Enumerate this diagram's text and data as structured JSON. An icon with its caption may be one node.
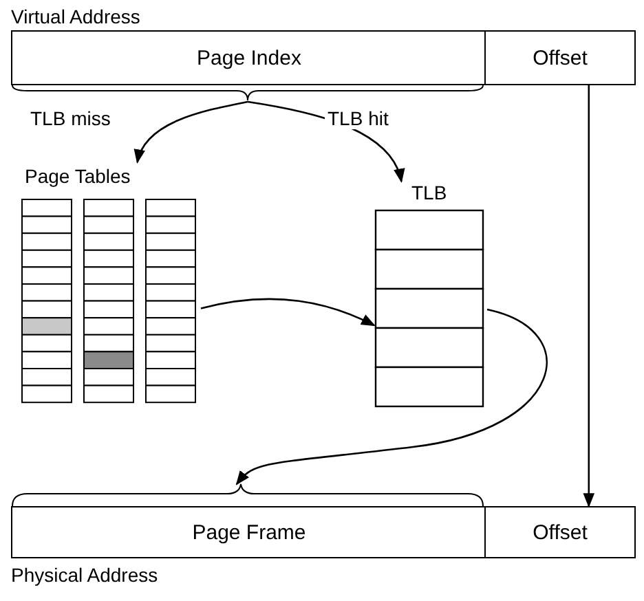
{
  "diagram": {
    "nodes": [
      {
        "text": [
          "Virtual Address"
        ]
      },
      {
        "text": [
          "Page Index"
        ],
        "in": 0
      },
      {
        "text": [
          "Offset"
        ],
        "in": 0
      },
      {
        "text": [
          "Page Tables"
        ]
      },
      {
        "text": [
          "TLB"
        ]
      },
      {
        "text": [
          "Physical Address"
        ]
      },
      {
        "text": [
          "Page Frame"
        ],
        "in": 5
      },
      {
        "text": [
          "Offset"
        ],
        "in": 5
      }
    ],
    "edges": [
      {
        "from": 1,
        "to": 3,
        "arrow": "to",
        "label": "TLB miss"
      },
      {
        "from": 1,
        "to": 4,
        "arrow": "to",
        "label": "TLB hit"
      },
      {
        "from": 3,
        "to": 4,
        "arrow": "to"
      },
      {
        "from": 4,
        "to": 6,
        "arrow": "to"
      },
      {
        "from": 2,
        "to": 7,
        "arrow": "to"
      }
    ]
  }
}
